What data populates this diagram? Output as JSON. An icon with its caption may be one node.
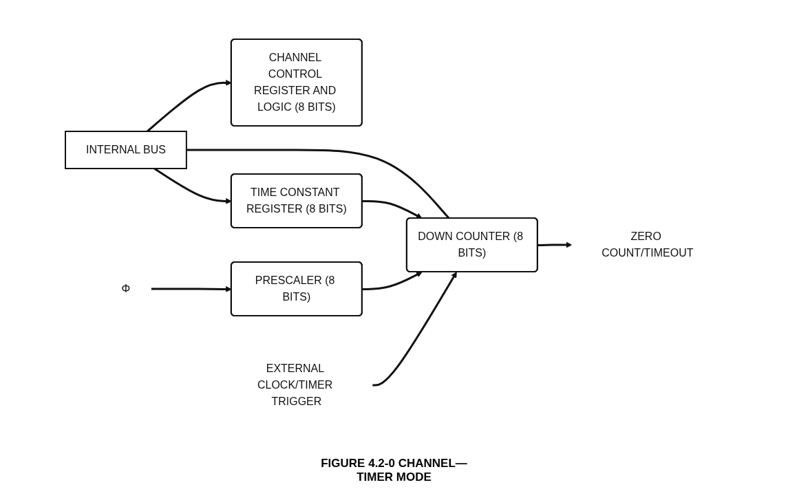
{
  "diagram": {
    "caption": "FIGURE 4.2-0 CHANNEL—TIMER MODE",
    "nodes": [
      {
        "text": [
          "CHANNEL CONTROL REGISTER AND LOGIC (8 BITS)"
        ]
      },
      {
        "text": [
          "TIME CONSTANT REGISTER (8 BITS)"
        ]
      },
      {
        "text": [
          "INTERNAL BUS"
        ]
      },
      {
        "text": [
          "Φ"
        ]
      },
      {
        "text": [
          "PRESCALER (8 BITS)"
        ]
      },
      {
        "text": [
          "DOWN COUNTER (8 BITS)"
        ]
      },
      {
        "text": [
          "ZERO COUNT/TIMEOUT"
        ]
      },
      {
        "text": [
          "EXTERNAL CLOCK/TIMER TRIGGER"
        ]
      }
    ],
    "edges": [
      {
        "from": 2,
        "to": 0,
        "arrow": "to"
      },
      {
        "from": 2,
        "to": 1,
        "arrow": "to"
      },
      {
        "from": 2,
        "to": 5,
        "arrow": "none"
      },
      {
        "from": 1,
        "to": 5,
        "arrow": "to"
      },
      {
        "from": 3,
        "to": 4,
        "arrow": "to"
      },
      {
        "from": 4,
        "to": 5,
        "arrow": "to"
      },
      {
        "from": 7,
        "to": 5,
        "arrow": "to"
      },
      {
        "from": 5,
        "to": 6,
        "arrow": "to"
      }
    ]
  }
}
